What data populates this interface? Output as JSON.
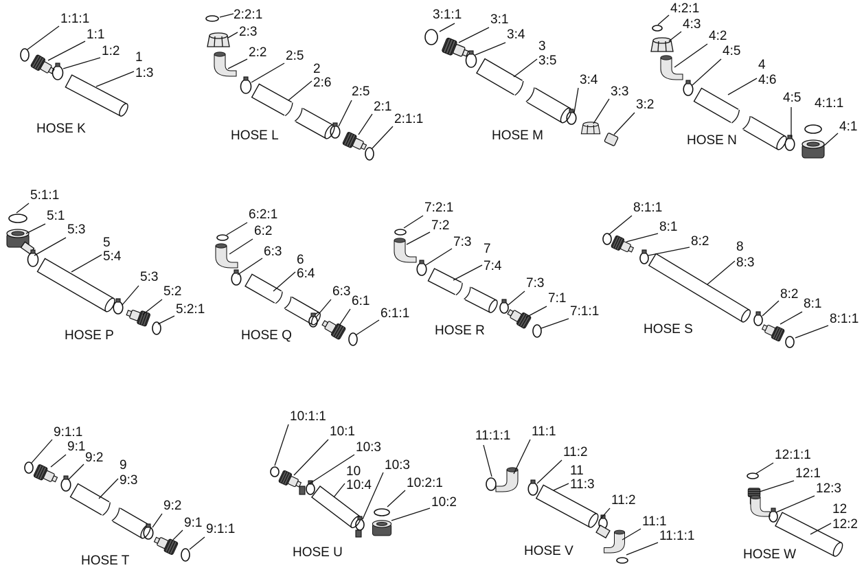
{
  "title": "",
  "assemblies": [
    {
      "id": "K",
      "title": "HOSE K",
      "labels": [
        "1:1:1",
        "1:1",
        "1:2",
        "1",
        "1:3"
      ]
    },
    {
      "id": "L",
      "title": "HOSE L",
      "labels": [
        "2:2:1",
        "2:3",
        "2:2",
        "2:5",
        "2",
        "2:6",
        "2:5",
        "2:1",
        "2:1:1"
      ]
    },
    {
      "id": "M",
      "title": "HOSE M",
      "labels": [
        "3:1:1",
        "3:1",
        "3:4",
        "3",
        "3:5",
        "3:4",
        "3:3",
        "3:2"
      ]
    },
    {
      "id": "N",
      "title": "HOSE N",
      "labels": [
        "4:2:1",
        "4:3",
        "4:2",
        "4:5",
        "4",
        "4:6",
        "4:5",
        "4:1:1",
        "4:1"
      ]
    },
    {
      "id": "P",
      "title": "HOSE P",
      "labels": [
        "5:1:1",
        "5:1",
        "5:3",
        "5",
        "5:4",
        "5:3",
        "5:2",
        "5:2:1"
      ]
    },
    {
      "id": "Q",
      "title": "HOSE Q",
      "labels": [
        "6:2:1",
        "6:2",
        "6:3",
        "6",
        "6:4",
        "6:3",
        "6:1",
        "6:1:1"
      ]
    },
    {
      "id": "R",
      "title": "HOSE R",
      "labels": [
        "7:2:1",
        "7:2",
        "7:3",
        "7",
        "7:4",
        "7:3",
        "7:1",
        "7:1:1"
      ]
    },
    {
      "id": "S",
      "title": "HOSE S",
      "labels": [
        "8:1:1",
        "8:1",
        "8:2",
        "8",
        "8:3",
        "8:2",
        "8:1",
        "8:1:1"
      ]
    },
    {
      "id": "T",
      "title": "HOSE T",
      "labels": [
        "9:1:1",
        "9:1",
        "9:2",
        "9",
        "9:3",
        "9:2",
        "9:1",
        "9:1:1"
      ]
    },
    {
      "id": "U",
      "title": "HOSE U",
      "labels": [
        "10:1:1",
        "10:1",
        "10:3",
        "10",
        "10:4",
        "10:3",
        "10:2:1",
        "10:2"
      ]
    },
    {
      "id": "V",
      "title": "HOSE V",
      "labels": [
        "11:1:1",
        "11:1",
        "11:2",
        "11",
        "11:3",
        "11:2",
        "11:1",
        "11:1:1"
      ]
    },
    {
      "id": "W",
      "title": "HOSE W",
      "labels": [
        "12:1:1",
        "12:1",
        "12:3",
        "12",
        "12:2"
      ]
    }
  ]
}
